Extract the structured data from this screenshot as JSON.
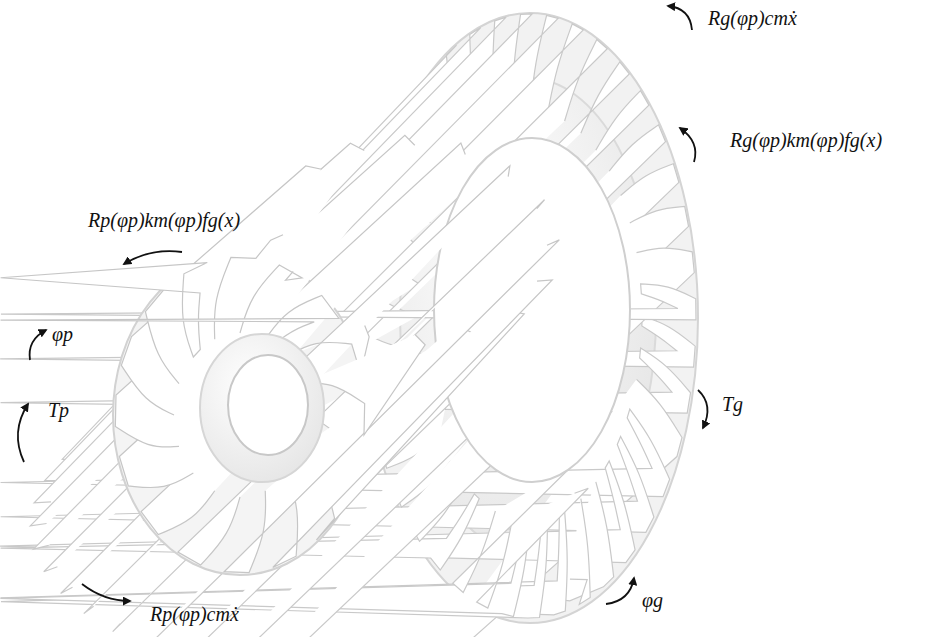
{
  "diagram": {
    "labels": [
      "Rg(φp)cmẋ",
      "Rg(φp)km(φp)fg(x)",
      "Rp(φp)km(φp)fg(x)",
      "φp",
      "Tp",
      "Tg",
      "φg",
      "Rp(φp)cmẋ"
    ]
  }
}
